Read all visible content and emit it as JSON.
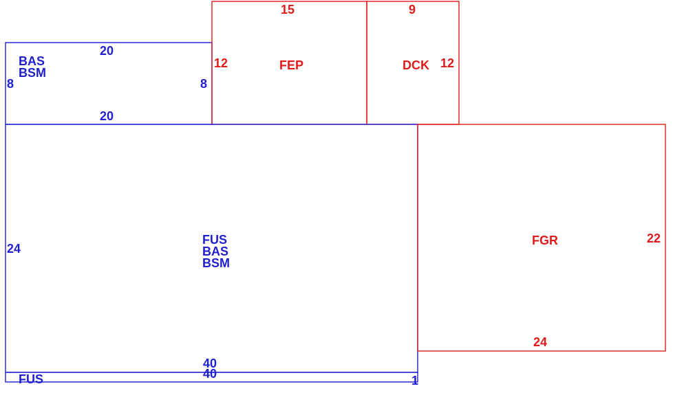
{
  "colors": {
    "living": "#1f1fd0",
    "other": "#e01a1a",
    "background": "#ffffff"
  },
  "areas": {
    "bas_top": {
      "codes": [
        "BAS",
        "BSM"
      ],
      "dimensions": {
        "top": "20",
        "bottom": "20",
        "left": "8",
        "right": "8"
      }
    },
    "fep": {
      "code": "FEP",
      "dimensions": {
        "top": "15",
        "left": "12"
      }
    },
    "dck": {
      "code": "DCK",
      "dimensions": {
        "top": "9",
        "right": "12"
      }
    },
    "main": {
      "codes": [
        "FUS",
        "BAS",
        "BSM"
      ],
      "dimensions": {
        "left": "24",
        "bottom": "40"
      }
    },
    "fgr": {
      "code": "FGR",
      "dimensions": {
        "right": "22",
        "bottom": "24"
      }
    },
    "fus_strip": {
      "code": "FUS",
      "dimensions": {
        "top": "40",
        "right": "1"
      }
    }
  }
}
